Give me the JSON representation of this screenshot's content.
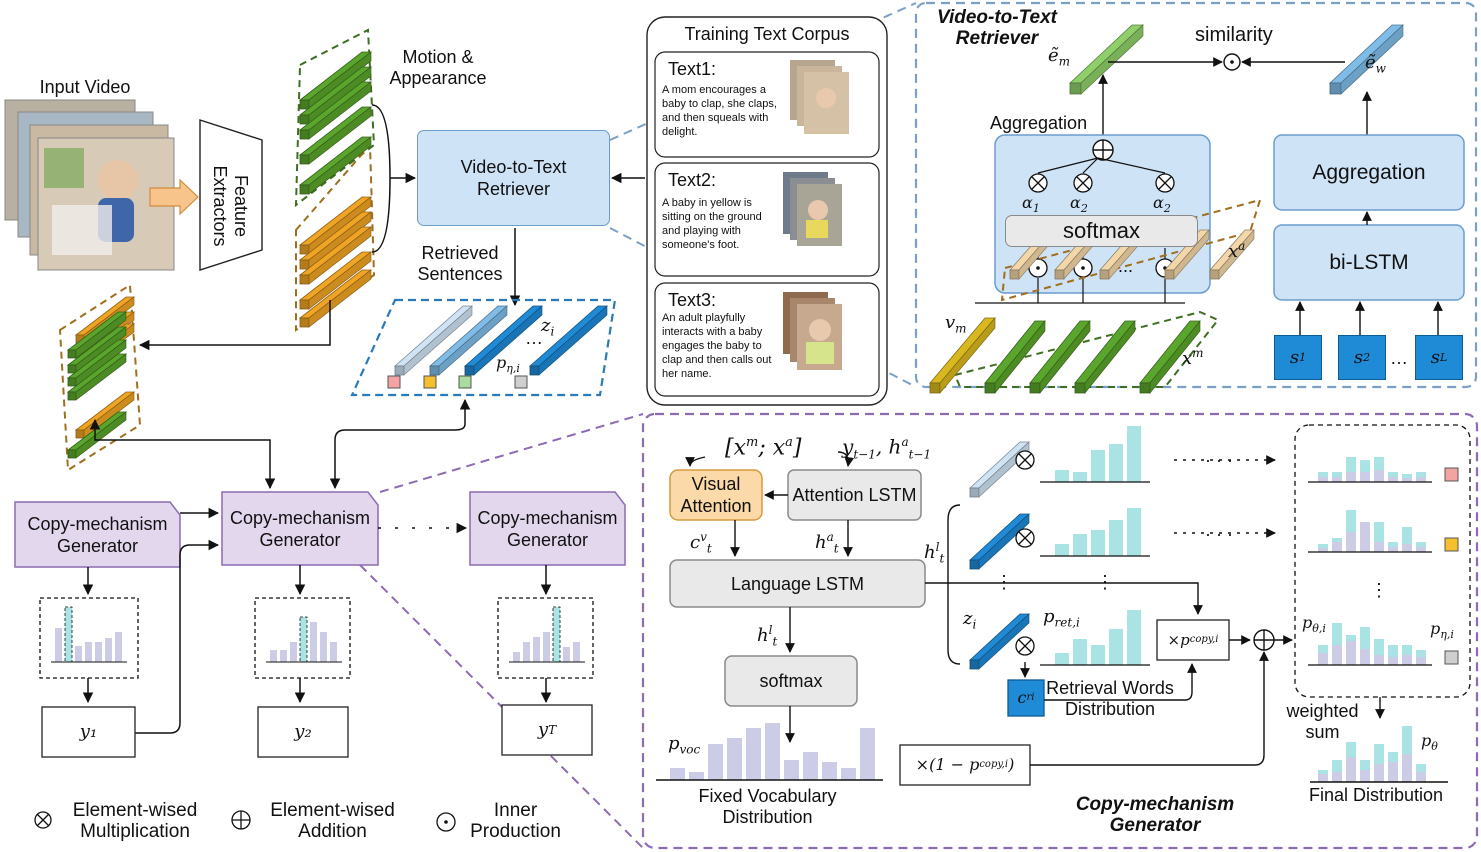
{
  "input_video_label": "Input Video",
  "feature_extractors_label": "Feature Extractors",
  "motion_appearance_label": "Motion & Appearance",
  "v2t_retriever_box": "Video-to-Text Retriever",
  "retrieved_sentences_label": "Retrieved Sentences",
  "training_corpus": {
    "title": "Training Text Corpus",
    "items": [
      {
        "name": "Text1:",
        "text": "A mom encourages a baby to clap, she claps, and then squeals with delight."
      },
      {
        "name": "Text2:",
        "text": "A baby in yellow is sitting on the ground and playing with someone's foot."
      },
      {
        "name": "Text3:",
        "text": "An adult playfully interacts with a baby engages the baby to clap and then calls out her name."
      }
    ]
  },
  "retriever_panel": {
    "title": "Video-to-Text Retriever",
    "similarity": "similarity",
    "aggregation_left": "Aggregation",
    "softmax": "softmax",
    "aggregation_right": "Aggregation",
    "bilstm": "bi-LSTM",
    "dots": "..."
  },
  "generators": {
    "label": "Copy-mechanism Generator",
    "dots": "· · ·",
    "outputs": [
      "y₁",
      "y₂",
      "y_T"
    ]
  },
  "copy_panel": {
    "title": "Copy-mechanism Generator",
    "visual_attention": "Visual Attention",
    "attention_lstm": "Attention LSTM",
    "language_lstm": "Language LSTM",
    "softmax": "softmax",
    "fixed_vocab": "Fixed Vocabulary Distribution",
    "retrieval_words": "Retrieval Words Distribution",
    "weighted_sum": "weighted sum",
    "final_distribution": "Final Distribution"
  },
  "legend": {
    "mult": "Element-wised Multiplication",
    "add": "Element-wised Addition",
    "inner": "Inner Production"
  },
  "colors": {
    "green": "#5aa52c",
    "orange": "#f0a424",
    "light_blue": "#7fbde8",
    "blue": "#1f8ad6",
    "teal_bar": "#a9e3e3",
    "lavender_bar": "#cccce6",
    "generator_fill": "#e3d7ee",
    "generator_stroke": "#8c6bb1",
    "panel_blue_border": "#7aa0c8",
    "panel_purple_border": "#8c6bb1"
  }
}
